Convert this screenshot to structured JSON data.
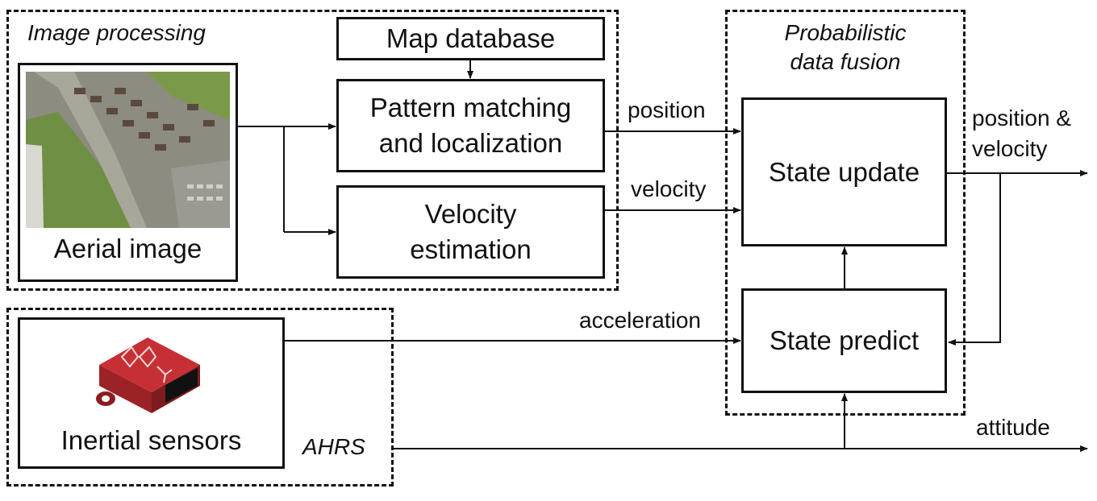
{
  "groups": {
    "image_processing": "Image processing",
    "fusion_line1": "Probabilistic",
    "fusion_line2": "data fusion",
    "ahrs": "AHRS"
  },
  "blocks": {
    "map_database": "Map database",
    "pattern_line1": "Pattern matching",
    "pattern_line2": "and localization",
    "velocity_line1": "Velocity",
    "velocity_line2": "estimation",
    "state_update": "State update",
    "state_predict": "State predict",
    "aerial_image": "Aerial image",
    "inertial_sensors": "Inertial sensors"
  },
  "signals": {
    "position": "position",
    "velocity": "velocity",
    "acceleration": "acceleration",
    "output_line1": "position &",
    "output_line2": "velocity",
    "attitude": "attitude"
  },
  "colors": {
    "line": "#111111",
    "sensor_body": "#b3282d",
    "aerial_green": "#6f8f45",
    "aerial_gray": "#8a8a80"
  }
}
